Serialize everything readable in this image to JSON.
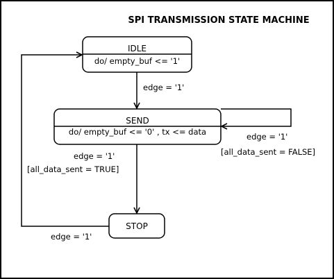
{
  "title": "SPI TRANSMISSION STATE MACHINE",
  "colors": {
    "stroke": "#000000",
    "background": "#ffffff",
    "text": "#000000"
  },
  "states": {
    "idle": {
      "name": "IDLE",
      "action": "do/ empty_buf <= '1'"
    },
    "send": {
      "name": "SEND",
      "action": "do/ empty_buf <= '0' , tx <= data"
    },
    "stop": {
      "name": "STOP"
    }
  },
  "transitions": {
    "idle_to_send": {
      "event": "edge = '1'"
    },
    "send_self": {
      "event": "edge = '1'",
      "guard": "[all_data_sent = FALSE]"
    },
    "send_to_stop": {
      "event": "edge = '1'",
      "guard": "[all_data_sent = TRUE]"
    },
    "stop_to_idle": {
      "event": "edge = '1'"
    }
  }
}
